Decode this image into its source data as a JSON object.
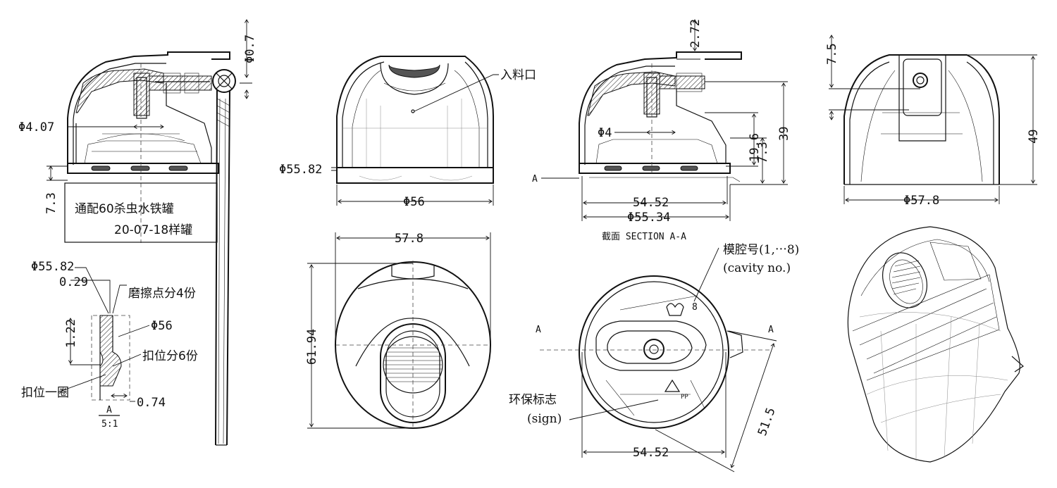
{
  "dims": {
    "d0_7": "Φ0.7",
    "d4_07": "Φ4.07",
    "d7_3a": "7.3",
    "d55_82": "Φ55.82",
    "d56": "Φ56",
    "d2_72": "2.72",
    "d4": "Φ4",
    "d19_6": "19.6",
    "d7_3b": "7.3",
    "d39": "39",
    "d54_52a": "54.52",
    "d55_34": "Φ55.34",
    "d7_5": "7.5",
    "d49": "49",
    "d57_8a": "Φ57.8",
    "d57_8b": "57.8",
    "d61_94": "61.94",
    "d54_52b": "54.52",
    "d51_5": "51.5",
    "det_55_82": "Φ55.82",
    "det_0_29": "0.29",
    "det_1_22": "1.22",
    "det_56": "Φ56",
    "det_0_74": "0.74"
  },
  "notes": {
    "spec_line1": "通配60杀虫水铁罐",
    "spec_line2": "20-07-18样罐",
    "inlet": "入料口",
    "section_caption": "截面  SECTION A-A",
    "section_mark": "A",
    "cavity_cn": "模腔号(1,⋯8)",
    "cavity_en": "(cavity no.)",
    "eco_cn": "环保标志",
    "eco_en": "(sign)",
    "wear": "磨擦点分4份",
    "clip6": "扣位分6份",
    "clip_ring": "扣位一圈",
    "detail_mark": "A",
    "detail_scale": "5:1",
    "cavity_digit": "8",
    "pp_mark": "PP"
  }
}
